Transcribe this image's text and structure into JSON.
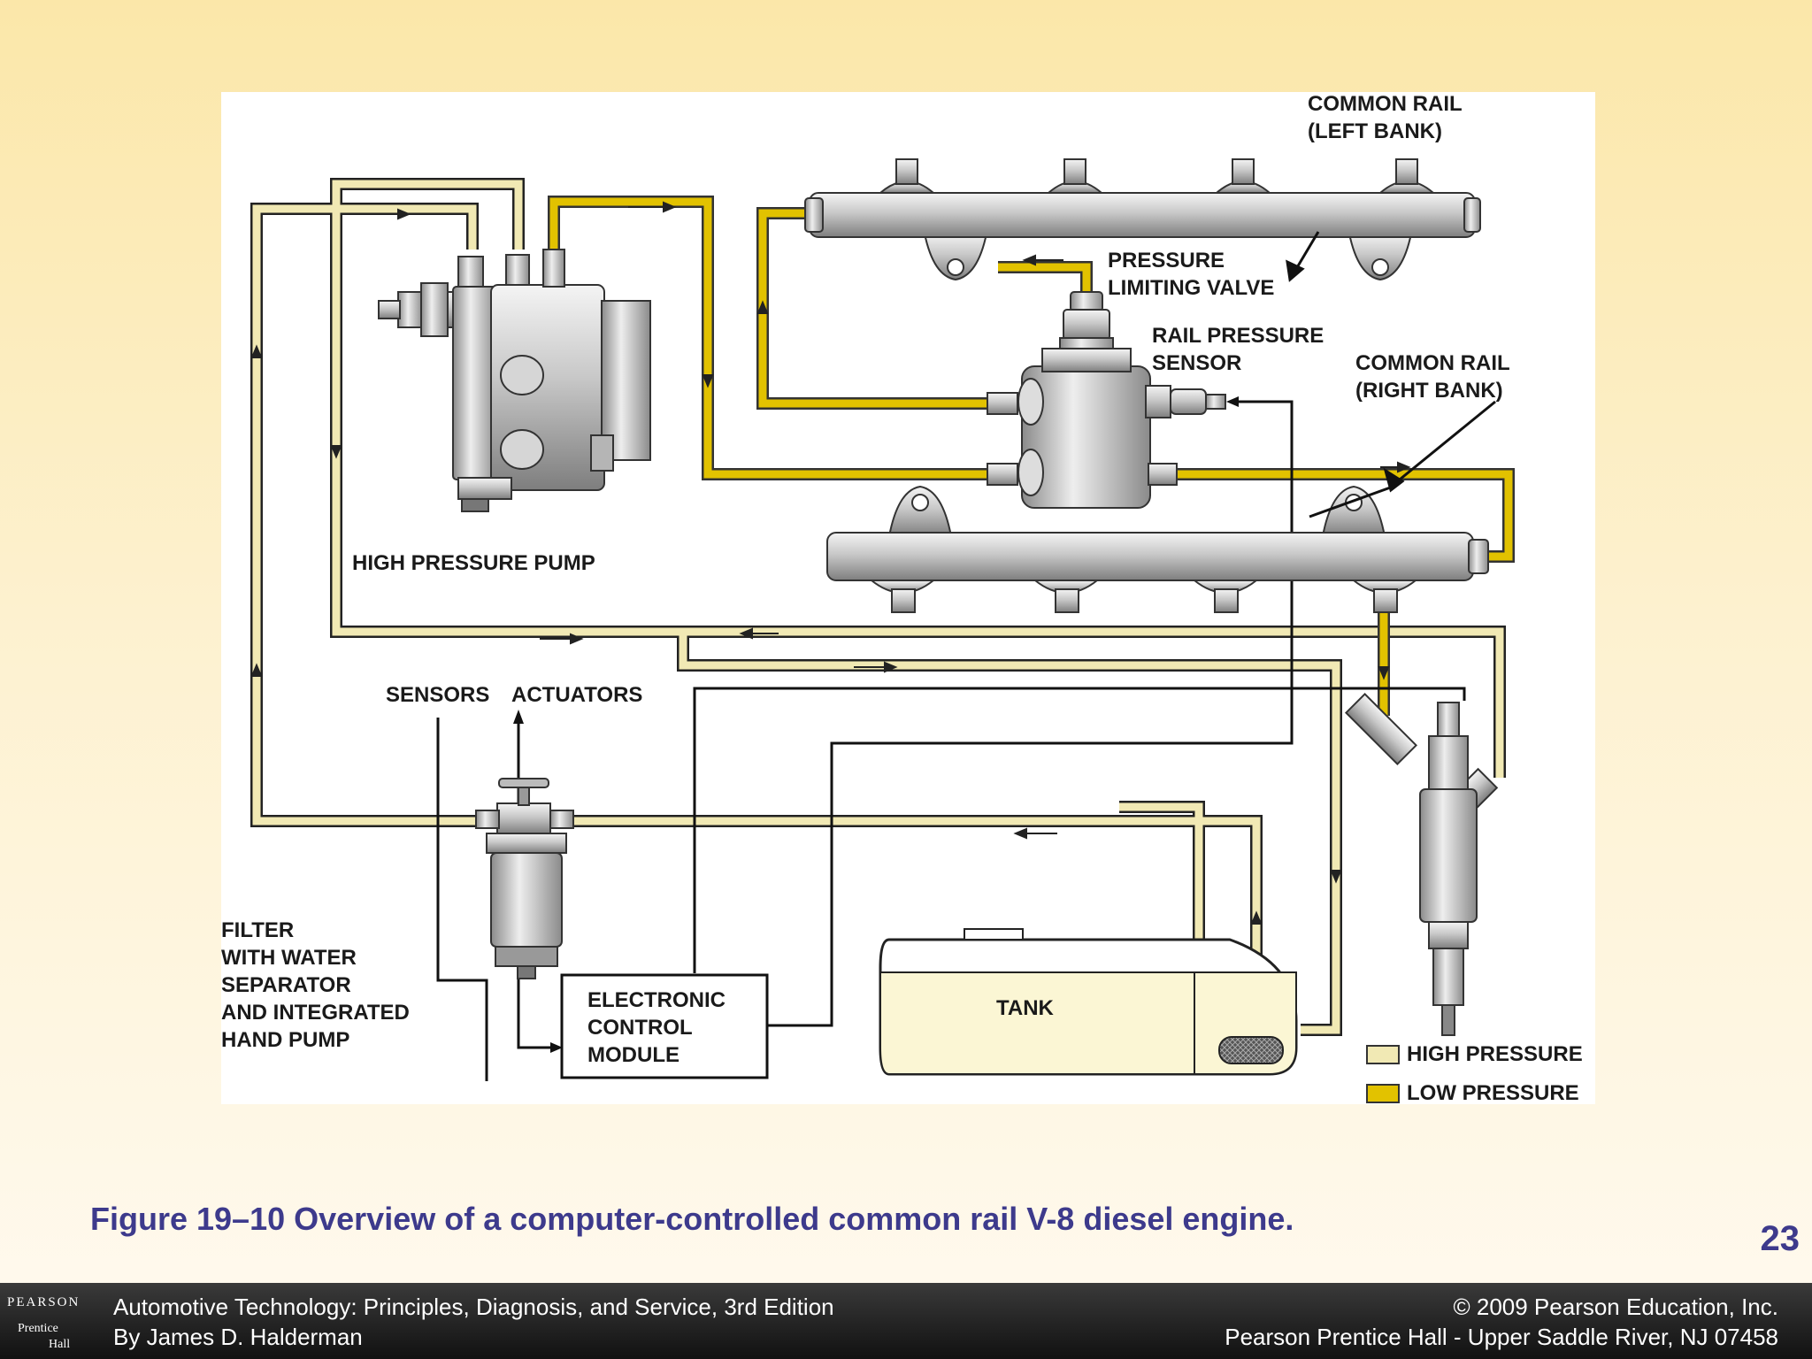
{
  "diagram": {
    "labels": {
      "rail_left_1": "COMMON RAIL",
      "rail_left_2": "(LEFT BANK)",
      "plv_1": "PRESSURE",
      "plv_2": "LIMITING VALVE",
      "rps_1": "RAIL PRESSURE",
      "rps_2": "SENSOR",
      "rail_right_1": "COMMON RAIL",
      "rail_right_2": "(RIGHT BANK)",
      "hpp": "HIGH PRESSURE PUMP",
      "sensors": "SENSORS",
      "actuators": "ACTUATORS",
      "filter_1": "FILTER",
      "filter_2": "WITH WATER",
      "filter_3": "SEPARATOR",
      "filter_4": "AND INTEGRATED",
      "filter_5": "HAND PUMP",
      "ecm_1": "ELECTRONIC",
      "ecm_2": "CONTROL",
      "ecm_3": "MODULE",
      "tank": "TANK"
    },
    "legend": {
      "high": "HIGH PRESSURE",
      "low": "LOW PRESSURE"
    },
    "colors": {
      "light_fuel": "#f1e9b4",
      "dark_fuel": "#e2c200",
      "tank_fuel": "#fbf6d4"
    }
  },
  "caption": "Figure 19–10 Overview of a computer-controlled common rail V-8 diesel engine.",
  "slide_number": "23",
  "footer": {
    "logo_line1": "PEARSON",
    "logo_line2": "Prentice",
    "logo_line3": "Hall",
    "book_title": "Automotive Technology: Principles, Diagnosis, and Service, 3rd Edition",
    "author": "By James D. Halderman",
    "copyright": "© 2009 Pearson Education, Inc.",
    "publisher": "Pearson Prentice Hall - Upper Saddle River, NJ 07458"
  }
}
